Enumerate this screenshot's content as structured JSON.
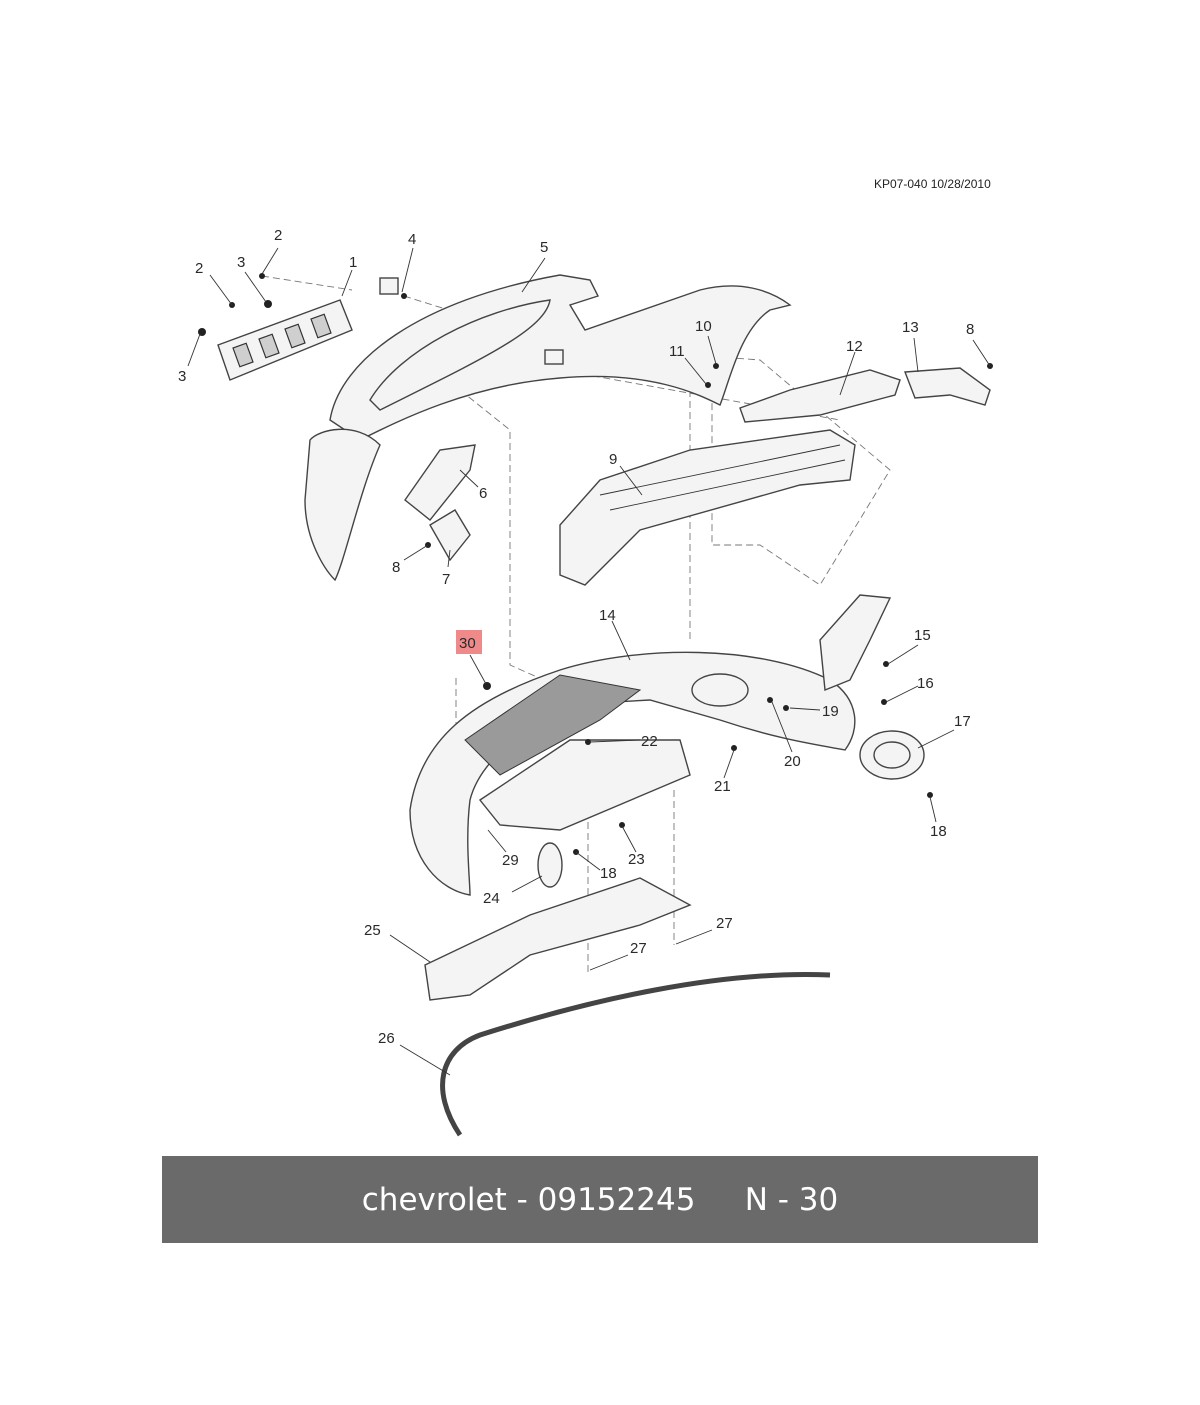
{
  "diagram": {
    "reference_code": "KP07-040 10/28/2010",
    "callouts": [
      {
        "label": "1"
      },
      {
        "label": "2"
      },
      {
        "label": "2"
      },
      {
        "label": "3"
      },
      {
        "label": "3"
      },
      {
        "label": "4"
      },
      {
        "label": "5"
      },
      {
        "label": "6"
      },
      {
        "label": "7"
      },
      {
        "label": "8"
      },
      {
        "label": "8"
      },
      {
        "label": "9"
      },
      {
        "label": "10"
      },
      {
        "label": "11"
      },
      {
        "label": "12"
      },
      {
        "label": "13"
      },
      {
        "label": "14"
      },
      {
        "label": "15"
      },
      {
        "label": "16"
      },
      {
        "label": "17"
      },
      {
        "label": "18"
      },
      {
        "label": "18"
      },
      {
        "label": "19"
      },
      {
        "label": "20"
      },
      {
        "label": "21"
      },
      {
        "label": "22"
      },
      {
        "label": "23"
      },
      {
        "label": "24"
      },
      {
        "label": "25"
      },
      {
        "label": "26"
      },
      {
        "label": "27"
      },
      {
        "label": "27"
      },
      {
        "label": "29"
      },
      {
        "label": "30",
        "highlighted": true
      }
    ],
    "highlight_color": "#f08a8a"
  },
  "caption": {
    "brand": "chevrolet",
    "separator": " - ",
    "part_number": "09152245",
    "position_label": "N - 30",
    "background_color": "#6a6a6a"
  }
}
